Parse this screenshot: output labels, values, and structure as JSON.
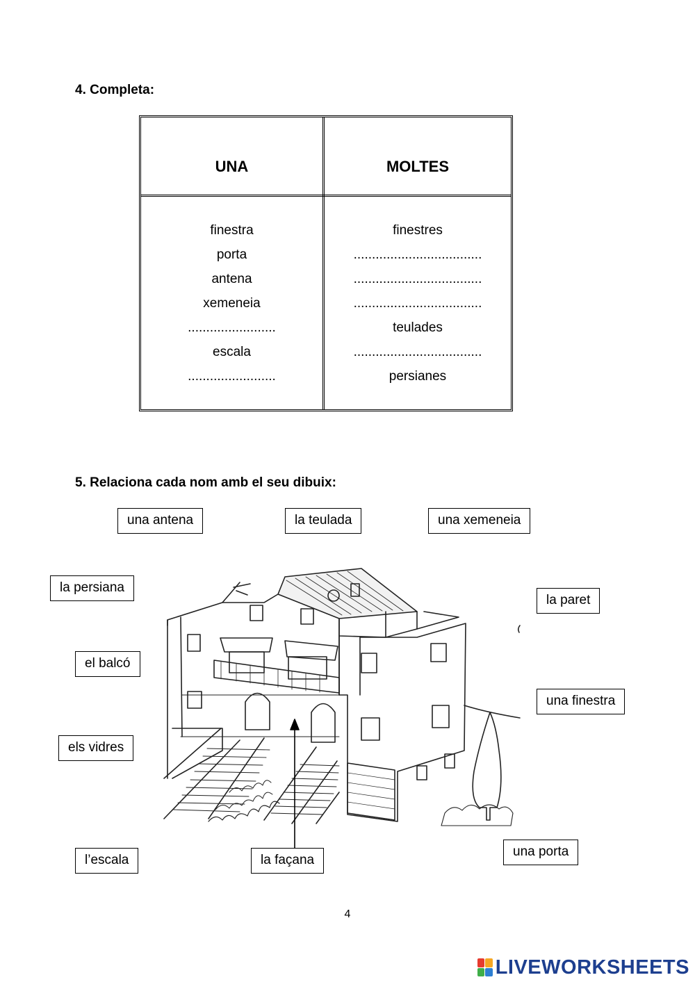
{
  "exercise4": {
    "title": "4. Completa:",
    "col_una": "UNA",
    "col_moltes": "MOLTES",
    "una": [
      "finestra",
      "porta",
      "antena",
      "xemeneia",
      "........................",
      "escala",
      "........................"
    ],
    "moltes": [
      "finestres",
      "...................................",
      "...................................",
      "...................................",
      "teulades",
      "...................................",
      "persianes"
    ]
  },
  "exercise5": {
    "title": "5. Relaciona cada nom amb el seu dibuix:",
    "words": {
      "antena": "una antena",
      "teulada": "la teulada",
      "xemeneia": "una xemeneia",
      "persiana": "la persiana",
      "paret": "la paret",
      "balco": "el balcó",
      "finestra": "una finestra",
      "vidres": "els vidres",
      "escala": "l’escala",
      "facana": "la façana",
      "porta": "una porta"
    }
  },
  "page_number": "4",
  "brand": {
    "name": "LIVEWORKSHEETS",
    "color": "#1d3f8f",
    "mark_colors": [
      "#e63b2e",
      "#f5a623",
      "#3fae49",
      "#2d7fd3"
    ]
  }
}
